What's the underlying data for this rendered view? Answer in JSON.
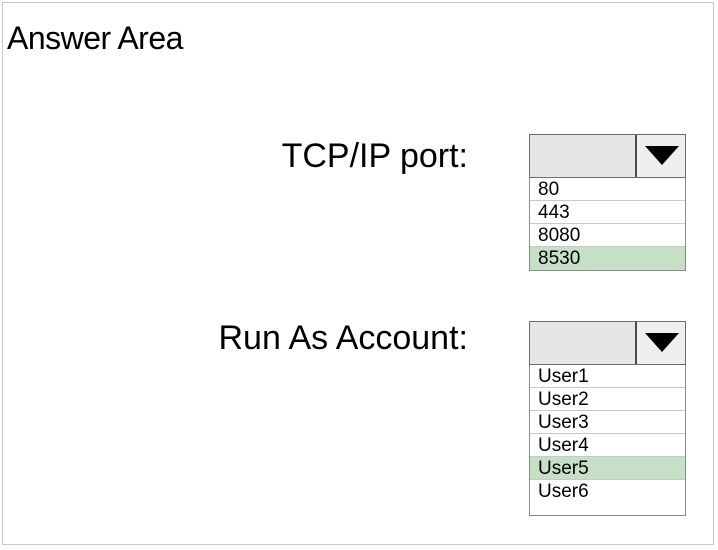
{
  "title": "Answer Area",
  "questions": [
    {
      "label": "TCP/IP port:",
      "options": [
        "80",
        "443",
        "8080",
        "8530"
      ],
      "selected": "8530"
    },
    {
      "label": "Run As Account:",
      "options": [
        "User1",
        "User2",
        "User3",
        "User4",
        "User5",
        "User6"
      ],
      "selected": "User5"
    }
  ],
  "colors": {
    "selected_bg": "#c6e0c6",
    "combo_bg": "#e6e6e6"
  },
  "icons": {
    "dropdown": "triangle-down-icon"
  }
}
